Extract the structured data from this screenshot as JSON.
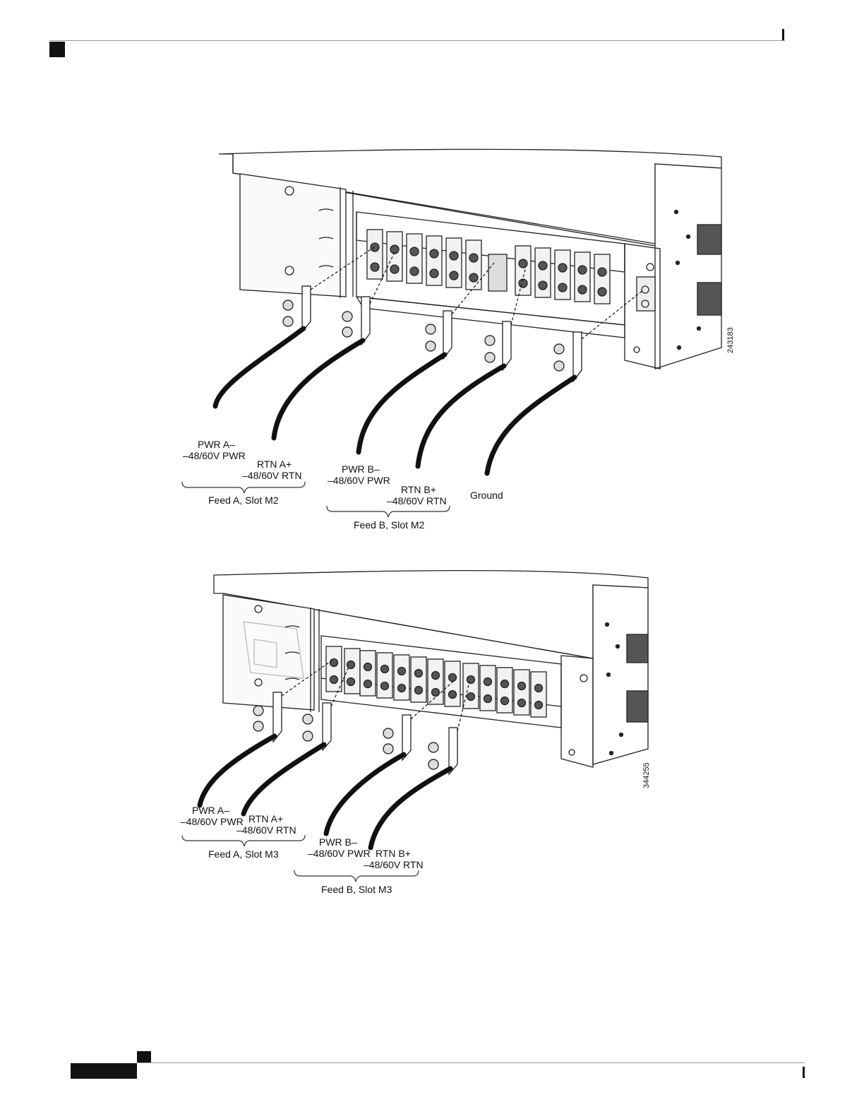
{
  "figures": [
    {
      "id": "slot-m2",
      "figure_number": "243183",
      "cables": [
        {
          "line1": "PWR A–",
          "line2": "–48/60V PWR"
        },
        {
          "line1": "RTN A+",
          "line2": "–48/60V RTN"
        },
        {
          "line1": "PWR B–",
          "line2": "–48/60V PWR"
        },
        {
          "line1": "RTN B+",
          "line2": "–48/60V RTN"
        },
        {
          "line1": "Ground"
        }
      ],
      "groups": [
        {
          "label": "Feed A, Slot M2"
        },
        {
          "label": "Feed B, Slot M2"
        }
      ]
    },
    {
      "id": "slot-m3",
      "figure_number": "344255",
      "cables": [
        {
          "line1": "PWR A–",
          "line2": "–48/60V PWR"
        },
        {
          "line1": "RTN A+",
          "line2": "–48/60V RTN"
        },
        {
          "line1": "PWR B–",
          "line2": "–48/60V PWR"
        },
        {
          "line1": "RTN B+",
          "line2": "–48/60V RTN"
        }
      ],
      "groups": [
        {
          "label": "Feed A, Slot M3"
        },
        {
          "label": "Feed B, Slot M3"
        }
      ]
    }
  ]
}
